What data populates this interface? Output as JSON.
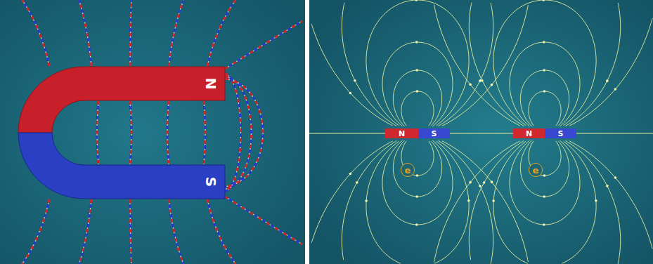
{
  "diagram": {
    "nodes": [
      {
        "text": [
          "N"
        ]
      },
      {
        "text": [
          "S"
        ]
      },
      {
        "text": [
          "N"
        ]
      },
      {
        "text": [
          "S"
        ]
      },
      {
        "text": [
          "N"
        ]
      },
      {
        "text": [
          "S"
        ]
      }
    ],
    "labels": [
      "e",
      "e"
    ]
  }
}
